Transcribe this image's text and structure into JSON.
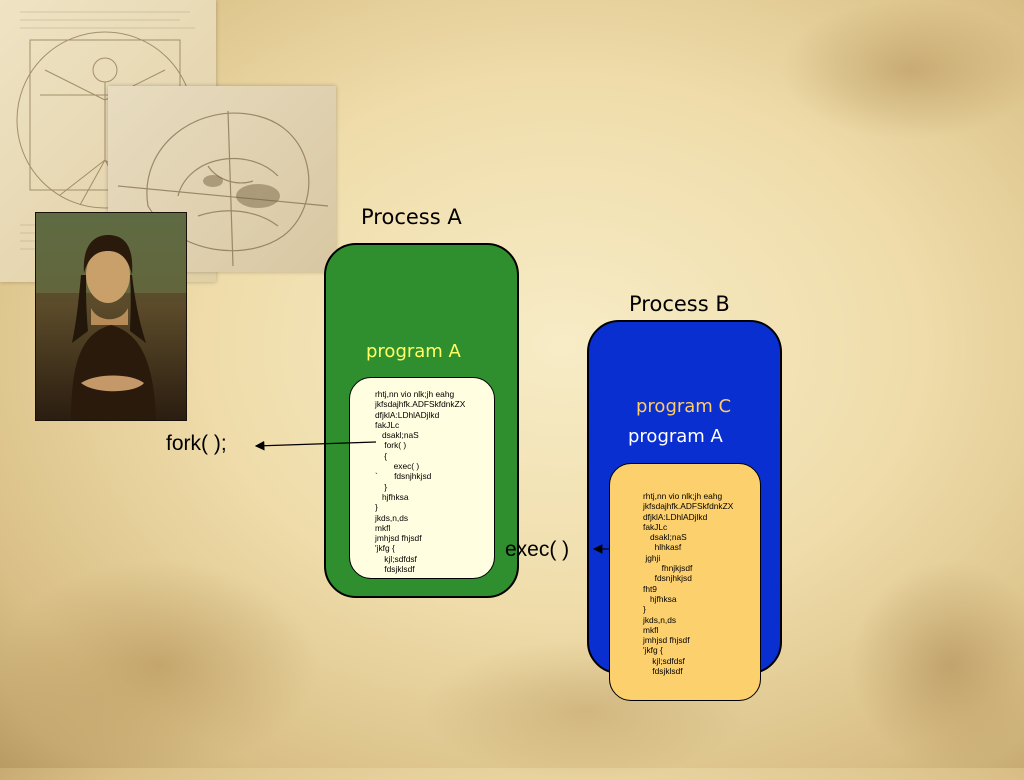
{
  "slide": {
    "process_a_title": "Process A",
    "process_b_title": "Process B",
    "program_a_label": "program A",
    "program_c_label": "program C",
    "program_a_label_b": "program A",
    "fork_call": "fork( );",
    "exec_call": "exec( )",
    "code_a_lines": [
      "rhtj,nn vio nlk;jh eahg",
      "jkfsdajhfk.ADFSkfdnkZX",
      "dfjklA:LDhlADjlkd",
      "fakJLc",
      "   dsakl;naS",
      "    fork( )",
      "    {",
      "        exec( )",
      "`       fdsnjhkjsd",
      "    }",
      "   hjfhksa",
      "}",
      "jkds,n,ds",
      "mkfl",
      "jmhjsd fhjsdf",
      "'jkfg {",
      "    kjl;sdfdsf",
      "    fdsjklsdf"
    ],
    "code_c_lines": [
      "rhtj,nn vio nlk;jh eahg",
      "jkfsdajhfk.ADFSkfdnkZX",
      "dfjklA:LDhlADjlkd",
      "fakJLc",
      "   dsakl;naS",
      "     hlhkasf",
      " jghji",
      "        fhnjkjsdf",
      "     fdsnjhkjsd",
      "fht9",
      "   hjfhksa",
      "}",
      "jkds,n,ds",
      "mkfl",
      "jmhjsd fhjsdf",
      "'jkfg {",
      "    kjl;sdfdsf",
      "    fdsjklsdf"
    ]
  },
  "colors": {
    "process_a_fill": "#2f8f2f",
    "process_b_fill": "#0a2fd0",
    "program_a_text": "#ffff66",
    "program_c_text": "#ffcc66",
    "program_a_b_text": "#ffffff",
    "code_a_fill": "#fffee0",
    "code_c_fill": "#fdd06e"
  },
  "images": [
    "vitruvian-man-sketch",
    "anatomy-skull-sketch",
    "mona-lisa-portrait"
  ]
}
